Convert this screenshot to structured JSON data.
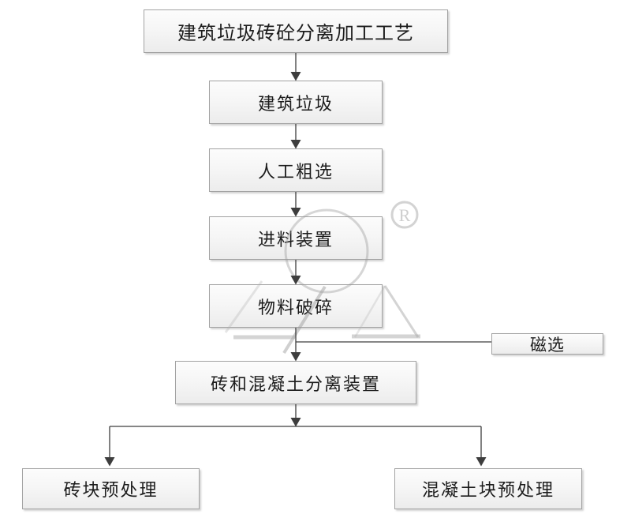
{
  "nodes": {
    "title": "建筑垃圾砖砼分离加工工艺",
    "construction_waste": "建筑垃圾",
    "manual_sorting": "人工粗选",
    "feeding_device": "进料装置",
    "material_crushing": "物料破碎",
    "magnetic_separation": "磁选",
    "separation_device": "砖和混凝土分离装置",
    "brick_pretreatment": "砖块预处理",
    "concrete_pretreatment": "混凝土块预处理"
  },
  "watermark": {
    "registered_letter": "R"
  },
  "colors": {
    "box_border": "#a3a3a3",
    "box_fill_top": "#fcfcfc",
    "box_fill_bottom": "#ececec",
    "connector_line": "#3d3d3d",
    "text": "#1c1c1c",
    "watermark_gray": "#b5b5b5",
    "background": "#ffffff"
  }
}
